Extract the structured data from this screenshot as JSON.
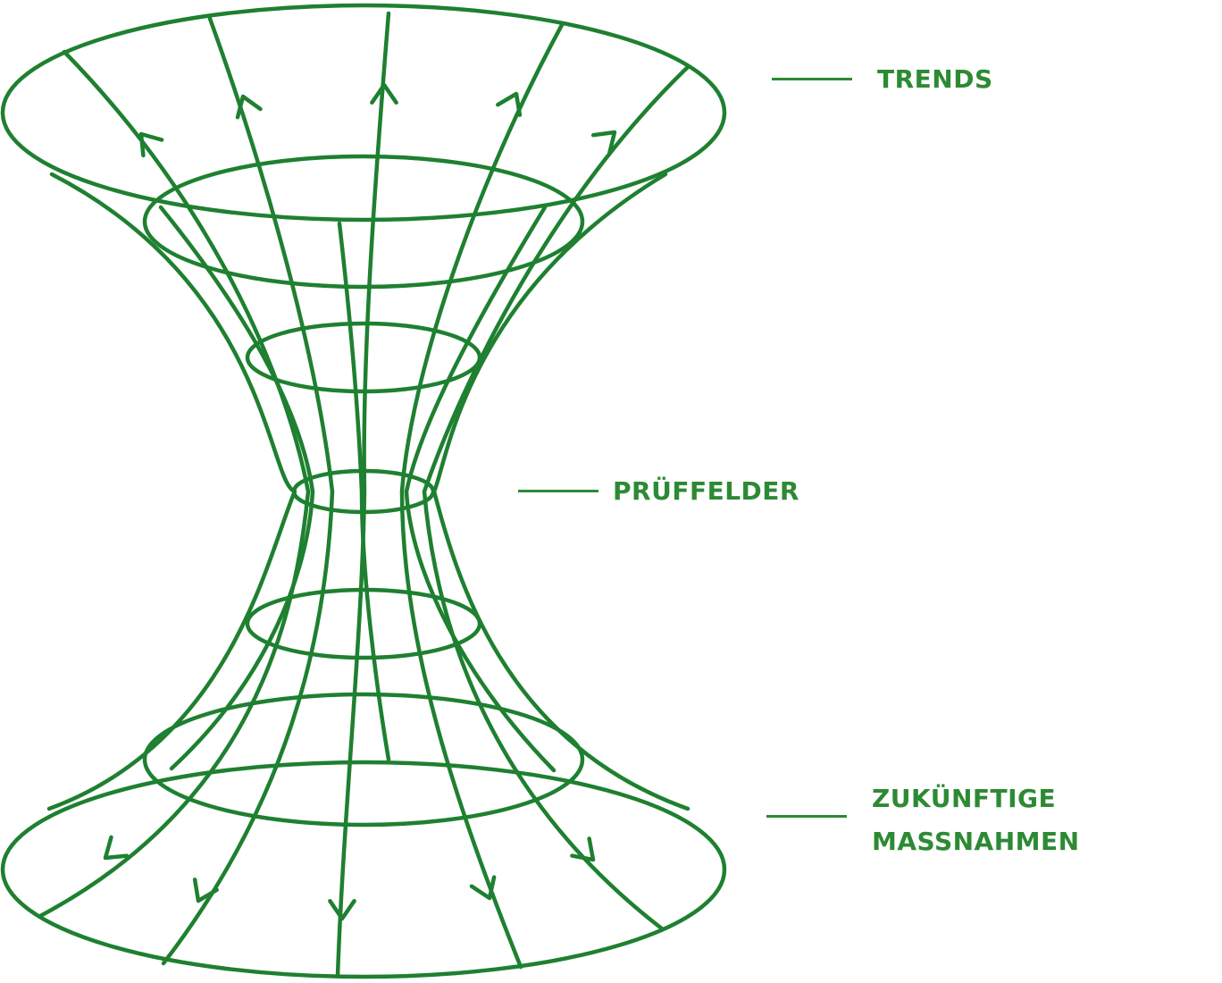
{
  "diagram": {
    "stroke_color": "#1e8030",
    "label_color": "#2d8a34",
    "labels": {
      "top": "TRENDS",
      "middle": "PRÜFFELDER",
      "bottom_line1": "ZUKÜNFTIGE",
      "bottom_line2": "MASSNAHMEN"
    }
  }
}
